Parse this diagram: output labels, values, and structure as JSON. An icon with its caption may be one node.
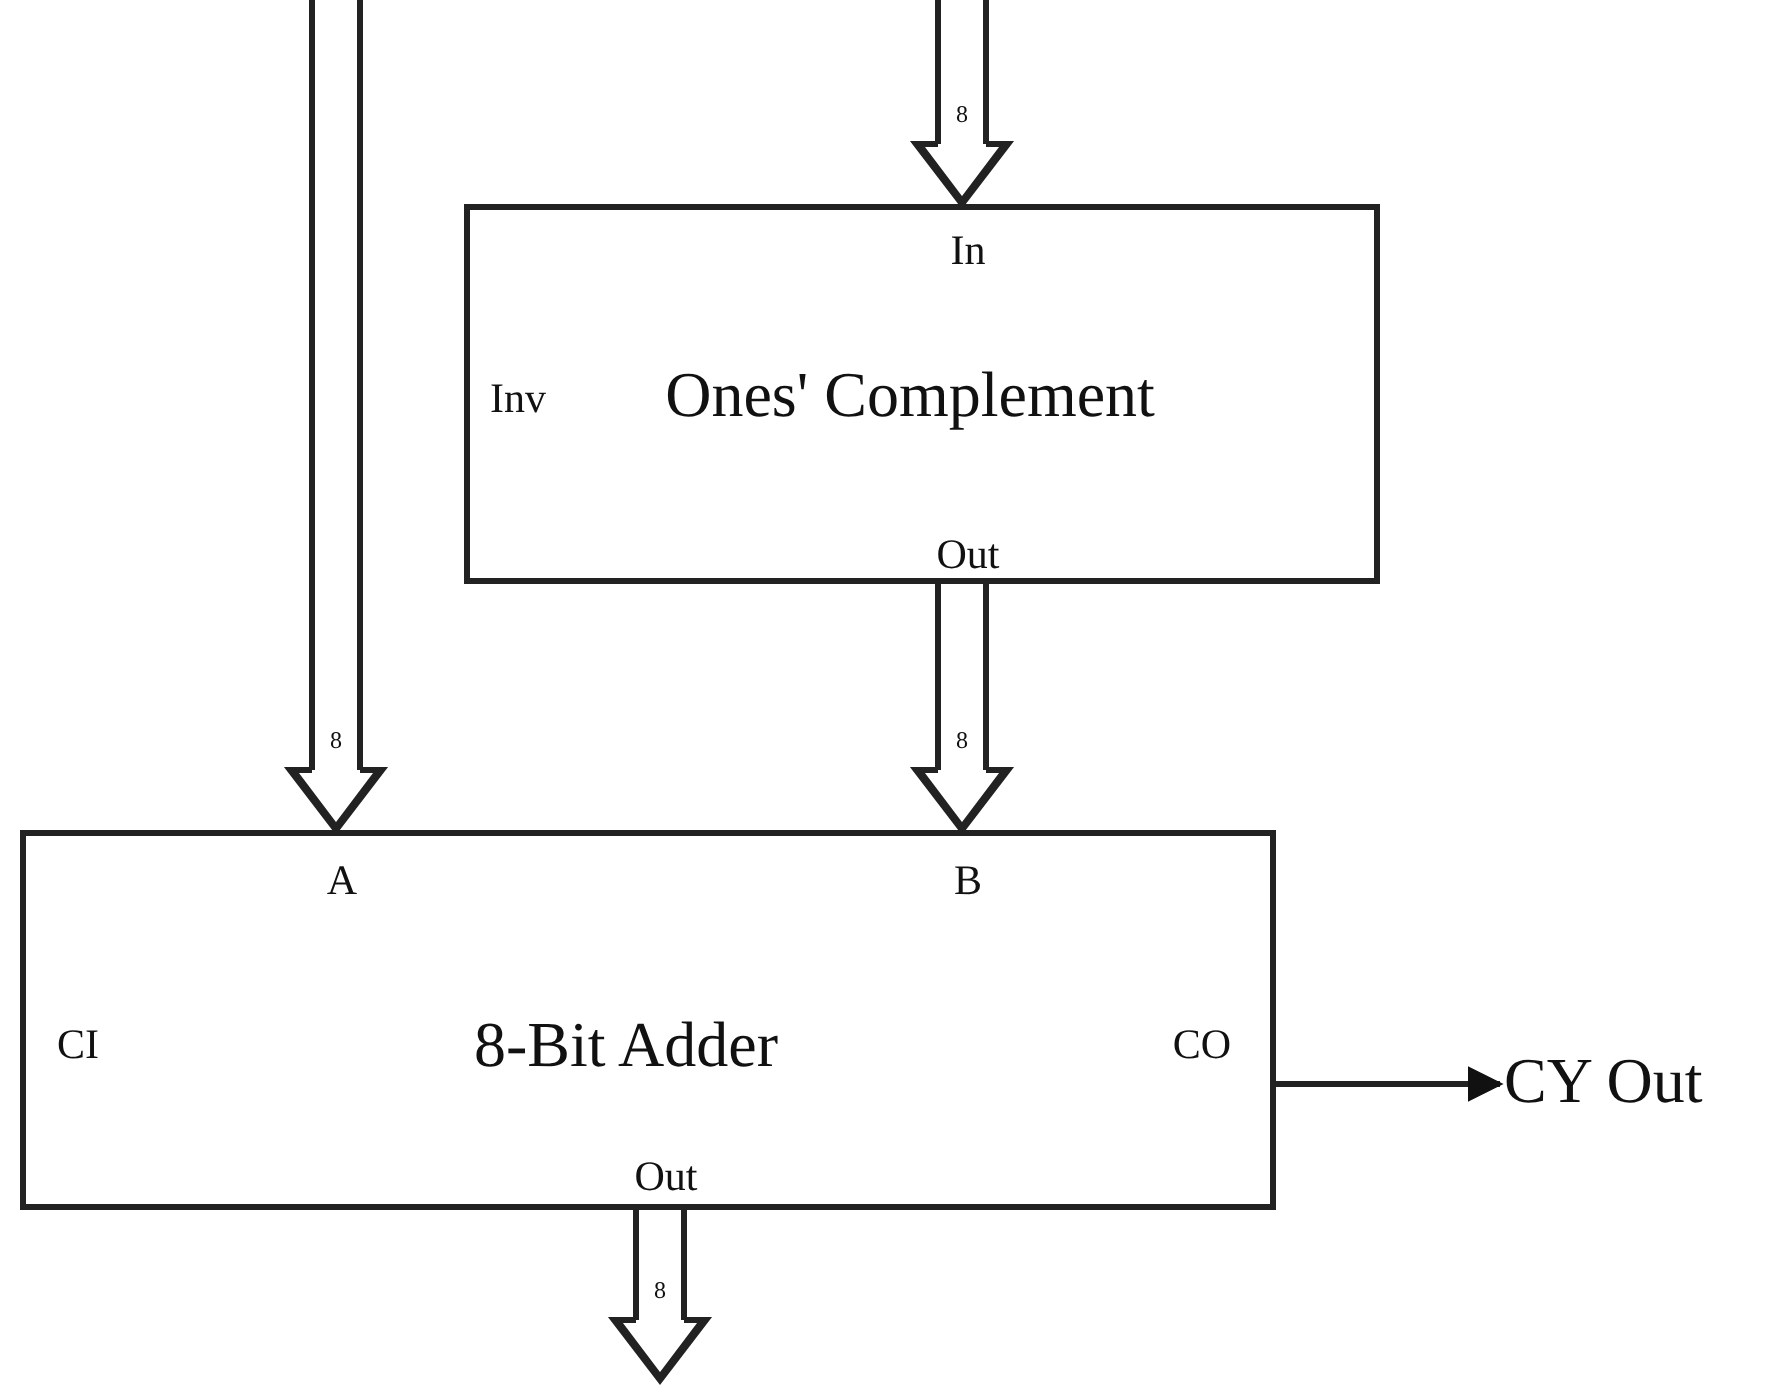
{
  "diagram": {
    "nodes": [
      {
        "text": [
          "In",
          "Inv",
          "Ones' Complement",
          "Out"
        ]
      },
      {
        "text": [
          "A",
          "B",
          "CI",
          "8-Bit Adder",
          "CO",
          "Out"
        ]
      },
      {
        "text": [
          "CY Out"
        ]
      }
    ],
    "edges": [
      {
        "from": null,
        "to": 1,
        "arrow": "to",
        "label": "8"
      },
      {
        "from": null,
        "to": 0,
        "arrow": "to",
        "label": "8"
      },
      {
        "from": 0,
        "to": 1,
        "arrow": "to",
        "label": "8"
      },
      {
        "from": 1,
        "to": 2,
        "arrow": "to"
      },
      {
        "from": 1,
        "to": null,
        "arrow": "to",
        "label": "8"
      }
    ]
  }
}
